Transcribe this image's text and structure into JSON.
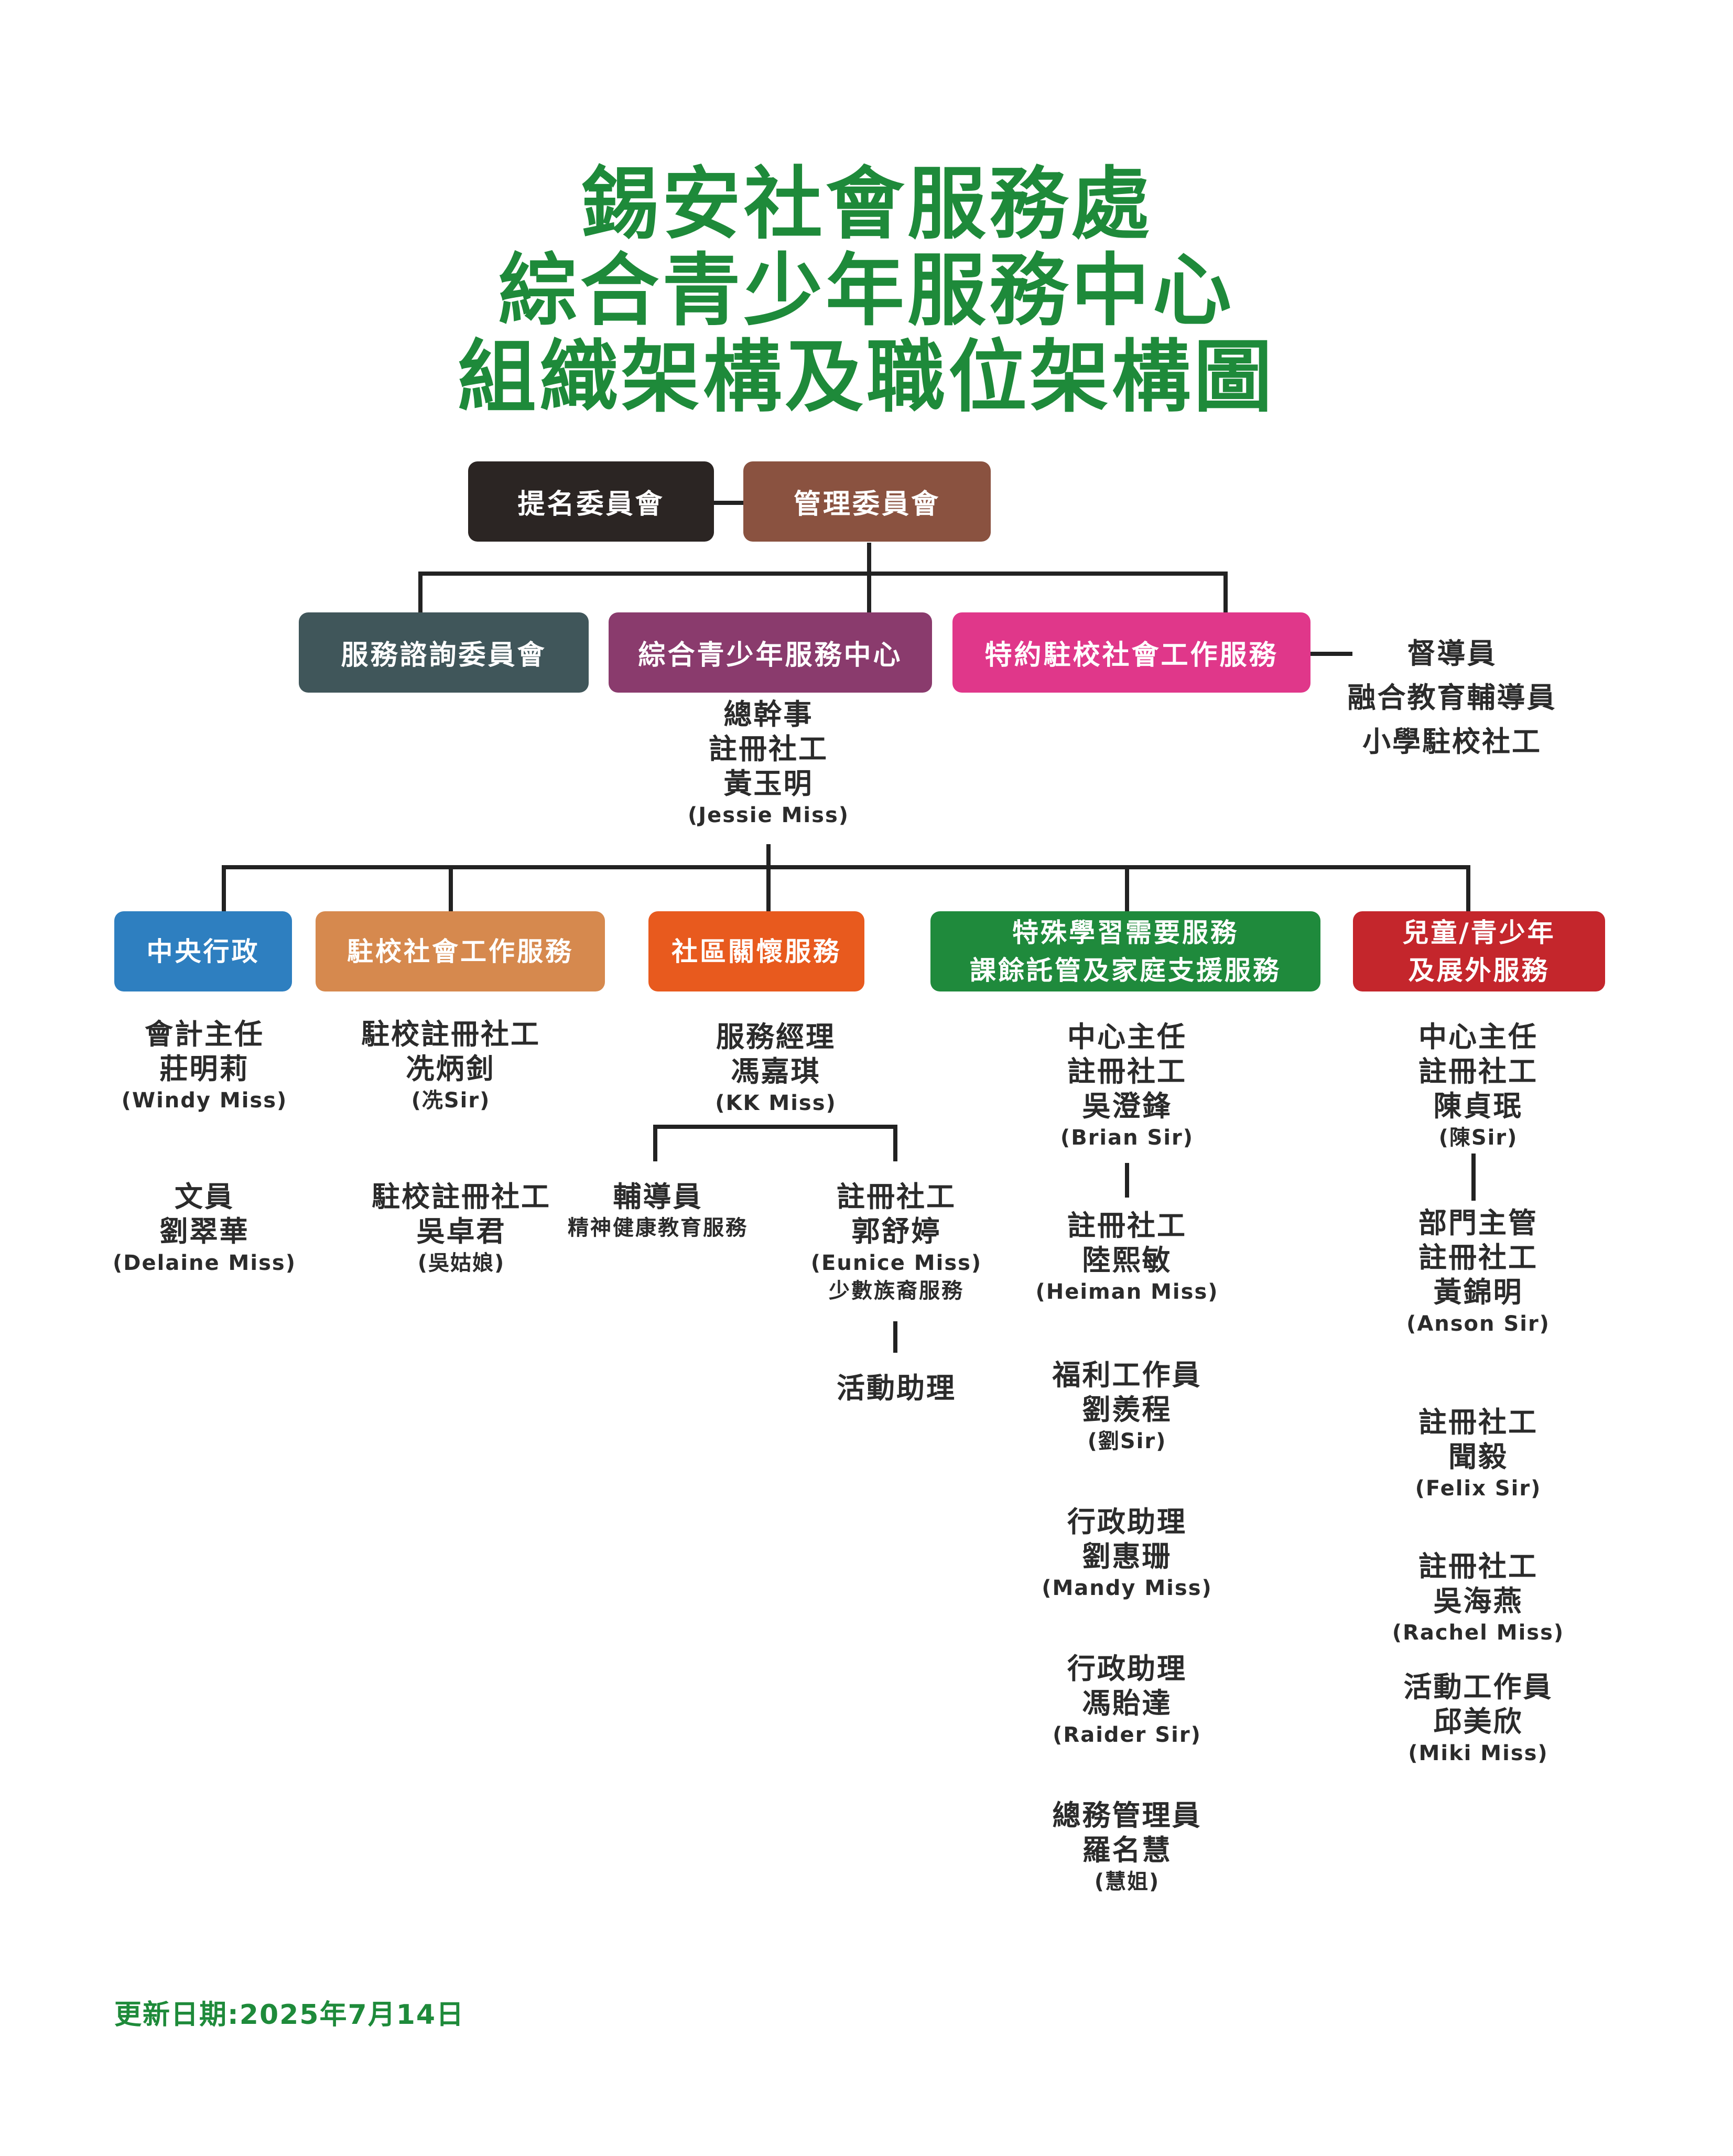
{
  "title_lines": [
    "錫安社會服務處",
    "綜合青少年服務中心",
    "組織架構及職位架構圖"
  ],
  "colors": {
    "title_green": "#1e8a3a",
    "nomination": "#2b2523",
    "management": "#8a5240",
    "advisory": "#40565a",
    "ictc": "#8a3b6d",
    "school": "#e0378a",
    "central": "#2e7fc0",
    "school_sw": "#d6894e",
    "community": "#e85a1e",
    "special": "#1f8a3c",
    "children": "#c4262c"
  },
  "top": {
    "nomination": "提名委員會",
    "management": "管理委員會"
  },
  "level2": {
    "advisory": "服務諮詢委員會",
    "ictc": "綜合青少年服務中心",
    "school": "特約駐校社會工作服務",
    "school_staff": [
      "督導員",
      "融合教育輔導員",
      "小學駐校社工"
    ]
  },
  "director": {
    "role": "總幹事",
    "title": "註冊社工",
    "name": "黃玉明",
    "en": "(Jessie Miss)"
  },
  "departments": {
    "central": {
      "label": "中央行政",
      "staff": [
        {
          "role": "會計主任",
          "name": "莊明莉",
          "en": "(Windy Miss)"
        },
        {
          "role": "文員",
          "name": "劉翠華",
          "en": "(Delaine Miss)"
        }
      ]
    },
    "school_sw": {
      "label": "駐校社會工作服務",
      "staff": [
        {
          "role": "駐校註冊社工",
          "name": "冼炳釗",
          "en": "(冼Sir)"
        },
        {
          "role": "駐校註冊社工",
          "name": "吳卓君",
          "en": "(吳姑娘)"
        }
      ]
    },
    "community": {
      "label": "社區關懷服務",
      "manager": {
        "role": "服務經理",
        "name": "馮嘉琪",
        "en": "(KK Miss)"
      },
      "counselor": {
        "role": "輔導員",
        "service": "精神健康教育服務"
      },
      "sw": {
        "role": "註冊社工",
        "name": "郭舒婷",
        "en": "(Eunice Miss)",
        "service": "少數族裔服務"
      },
      "assistant": "活動助理"
    },
    "special": {
      "label_line1": "特殊學習需要服務",
      "label_line2": "課餘託管及家庭支援服務",
      "head": {
        "role": "中心主任",
        "title": "註冊社工",
        "name": "吳澄鋒",
        "en": "(Brian Sir)"
      },
      "staff": [
        {
          "role": "註冊社工",
          "name": "陸熙敏",
          "en": "(Heiman Miss)"
        },
        {
          "role": "福利工作員",
          "name": "劉羨程",
          "en": "(劉Sir)"
        },
        {
          "role": "行政助理",
          "name": "劉惠珊",
          "en": "(Mandy Miss)"
        },
        {
          "role": "行政助理",
          "name": "馮貽達",
          "en": "(Raider Sir)"
        },
        {
          "role": "總務管理員",
          "name": "羅名慧",
          "en": "(慧姐)"
        }
      ]
    },
    "children": {
      "label_line1": "兒童/青少年",
      "label_line2": "及展外服務",
      "head": {
        "role": "中心主任",
        "title": "註冊社工",
        "name": "陳貞珉",
        "en": "(陳Sir)"
      },
      "sub": {
        "role": "部門主管",
        "title": "註冊社工",
        "name": "黃錦明",
        "en": "(Anson Sir)"
      },
      "staff": [
        {
          "role": "註冊社工",
          "name": "聞毅",
          "en": "(Felix Sir)"
        },
        {
          "role": "註冊社工",
          "name": "吳海燕",
          "en": "(Rachel Miss)"
        },
        {
          "role": "活動工作員",
          "name": "邱美欣",
          "en": "(Miki Miss)"
        }
      ]
    }
  },
  "footer": "更新日期:2025年7月14日"
}
